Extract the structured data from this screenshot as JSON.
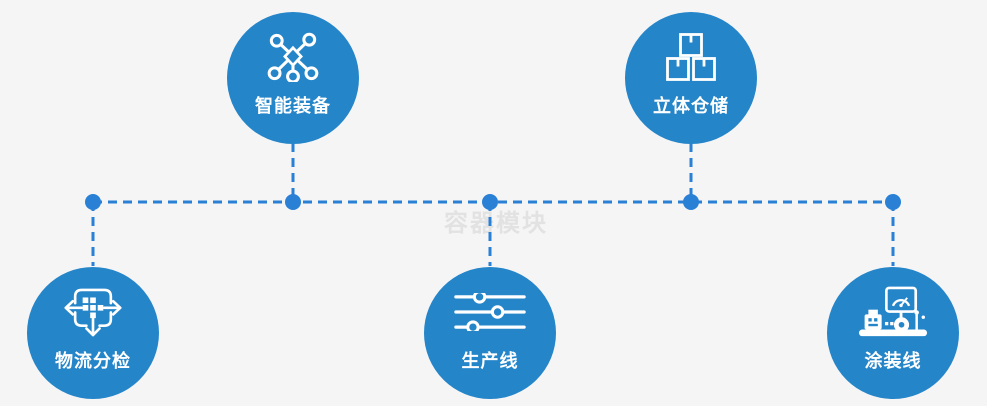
{
  "watermark": "容器模块",
  "colors": {
    "background": "#f5f5f6",
    "circle": "#2585c9",
    "connector": "#2a80d5",
    "icon": "#ffffff",
    "label": "#ffffff",
    "watermark": "#dfdfdf"
  },
  "nodes": [
    {
      "id": "smart-equipment",
      "label": "智能装备",
      "icon": "network-nodes-icon",
      "row": "top"
    },
    {
      "id": "warehouse",
      "label": "立体仓储",
      "icon": "stacked-boxes-icon",
      "row": "top"
    },
    {
      "id": "logistics-sorting",
      "label": "物流分检",
      "icon": "sorting-arrows-icon",
      "row": "bottom"
    },
    {
      "id": "production-line",
      "label": "生产线",
      "icon": "sliders-icon",
      "row": "bottom"
    },
    {
      "id": "painting-line",
      "label": "涂装线",
      "icon": "machine-icon",
      "row": "bottom"
    }
  ]
}
